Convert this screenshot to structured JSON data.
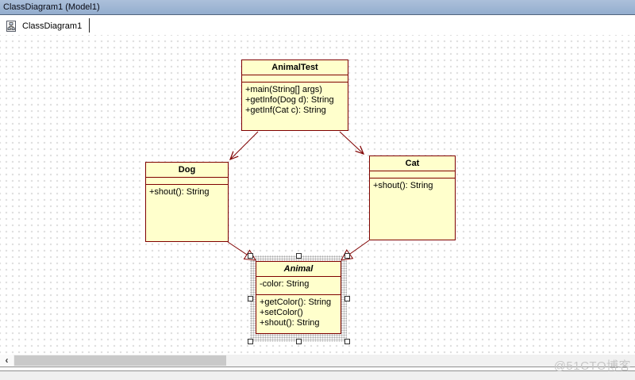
{
  "window": {
    "title": "ClassDiagram1 (Model1)"
  },
  "tab": {
    "icon": "class-diagram-icon",
    "label": "ClassDiagram1"
  },
  "diagram": {
    "classes": [
      {
        "name": "AnimalTest",
        "abstract": false,
        "selected": false,
        "attributes": [],
        "methods": [
          "+main(String[] args)",
          "+getInfo(Dog d): String",
          "+getInf(Cat c): String"
        ]
      },
      {
        "name": "Dog",
        "abstract": false,
        "selected": false,
        "attributes": [],
        "methods": [
          "+shout(): String"
        ]
      },
      {
        "name": "Cat",
        "abstract": false,
        "selected": false,
        "attributes": [],
        "methods": [
          "+shout(): String"
        ]
      },
      {
        "name": "Animal",
        "abstract": true,
        "selected": true,
        "attributes": [
          "-color: String"
        ],
        "methods": [
          "+getColor(): String",
          "+setColor()",
          "+shout(): String"
        ]
      }
    ],
    "relations": [
      {
        "type": "dependency",
        "from": "AnimalTest",
        "to": "Dog"
      },
      {
        "type": "dependency",
        "from": "AnimalTest",
        "to": "Cat"
      },
      {
        "type": "generalization",
        "from": "Dog",
        "to": "Animal"
      },
      {
        "type": "generalization",
        "from": "Cat",
        "to": "Animal"
      }
    ]
  },
  "scrollbar": {
    "left_arrow_glyph": "‹"
  },
  "watermark": {
    "text": "@51CTO博客"
  },
  "colors": {
    "class_fill": "#FFFFCC",
    "class_border": "#7F0000",
    "titlebar_blue": "#9BB3D2",
    "canvas_dot": "#DFDFDF",
    "selection_handle": "#FFFFFF"
  }
}
